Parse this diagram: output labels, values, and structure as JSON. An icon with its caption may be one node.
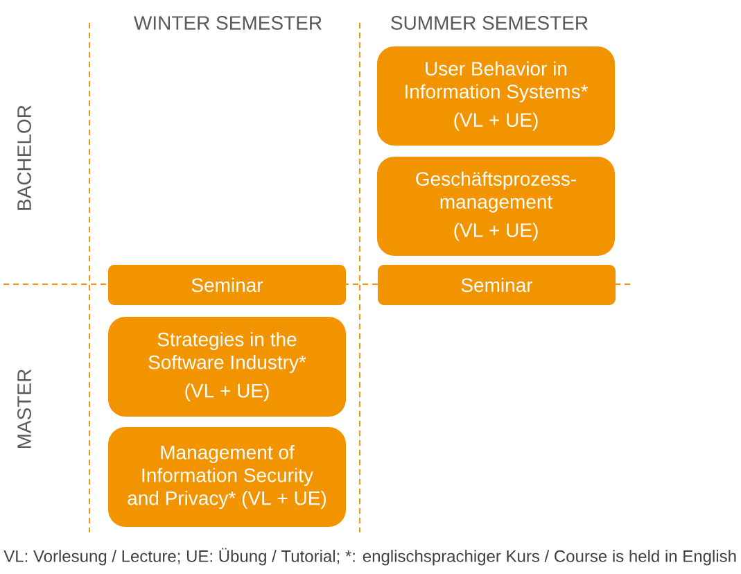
{
  "diagram": {
    "nodes": [
      {
        "text": [
          "User Behavior in Information Systems*",
          "(VL + UE)"
        ]
      },
      {
        "text": [
          "Geschäftsprozess- management",
          "(VL + UE)"
        ]
      },
      {
        "text": [
          "Seminar"
        ]
      },
      {
        "text": [
          "Seminar"
        ]
      },
      {
        "text": [
          "Strategies in the Software Industry*",
          "(VL + UE)"
        ]
      },
      {
        "text": [
          "Management of Information Security and Privacy* (VL + UE)"
        ]
      }
    ],
    "labels": [
      "WINTER SEMESTER",
      "SUMMER SEMESTER",
      "BACHELOR",
      "MASTER",
      "VL: Vorlesung / Lecture; UE: Übung / Tutorial; *: englischsprachiger Kurs / Course is held in English"
    ]
  }
}
